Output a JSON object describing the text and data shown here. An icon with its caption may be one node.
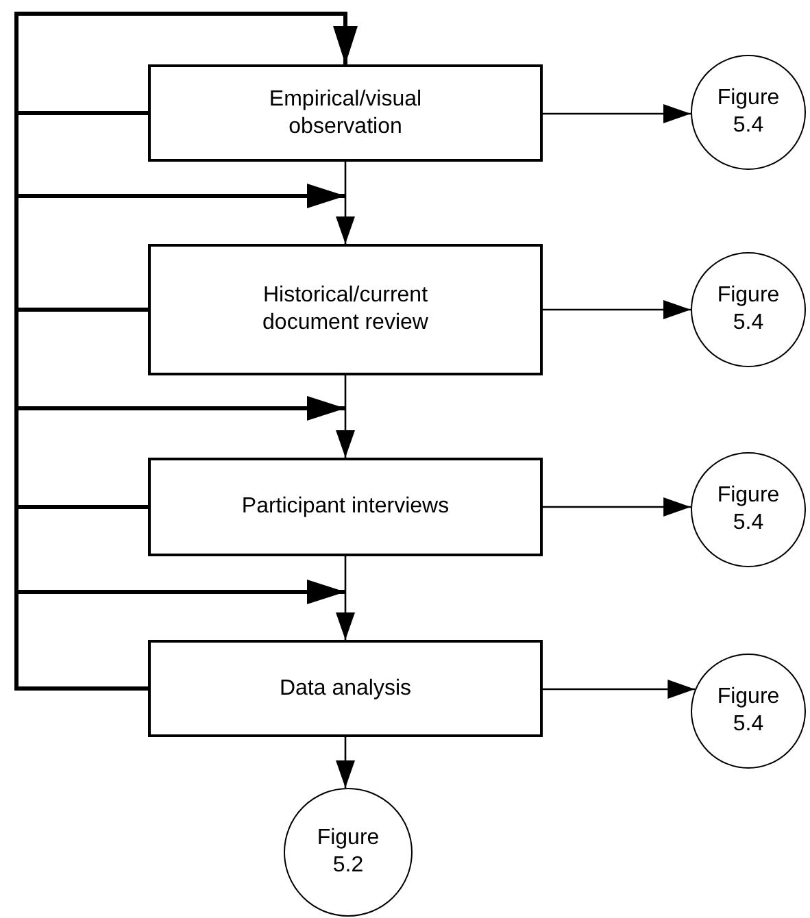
{
  "diagram": {
    "nodes": [
      {
        "text": [
          "Empirical/visual observation"
        ]
      },
      {
        "text": [
          "Figure 5.4"
        ]
      },
      {
        "text": [
          "Historical/current document review"
        ]
      },
      {
        "text": [
          "Figure 5.4"
        ]
      },
      {
        "text": [
          "Participant interviews"
        ]
      },
      {
        "text": [
          "Figure 5.4"
        ]
      },
      {
        "text": [
          "Data analysis"
        ]
      },
      {
        "text": [
          "Figure 5.4"
        ]
      },
      {
        "text": [
          "Figure 5.2"
        ]
      }
    ],
    "edges": [
      {
        "from": 0,
        "to": 2,
        "arrow": "to"
      },
      {
        "from": 2,
        "to": 4,
        "arrow": "to"
      },
      {
        "from": 4,
        "to": 6,
        "arrow": "to"
      },
      {
        "from": 6,
        "to": 8,
        "arrow": "to"
      },
      {
        "from": 0,
        "to": 1,
        "arrow": "to"
      },
      {
        "from": 2,
        "to": 3,
        "arrow": "to"
      },
      {
        "from": 4,
        "to": 5,
        "arrow": "to"
      },
      {
        "from": 6,
        "to": 7,
        "arrow": "to"
      },
      {
        "from": 6,
        "to": 0,
        "arrow": "to",
        "style": "thick"
      },
      {
        "from": 0,
        "to": null,
        "arrow": "to",
        "style": "thick"
      },
      {
        "from": 2,
        "to": null,
        "arrow": "to",
        "style": "thick"
      },
      {
        "from": 4,
        "to": null,
        "arrow": "to",
        "style": "thick"
      }
    ]
  }
}
